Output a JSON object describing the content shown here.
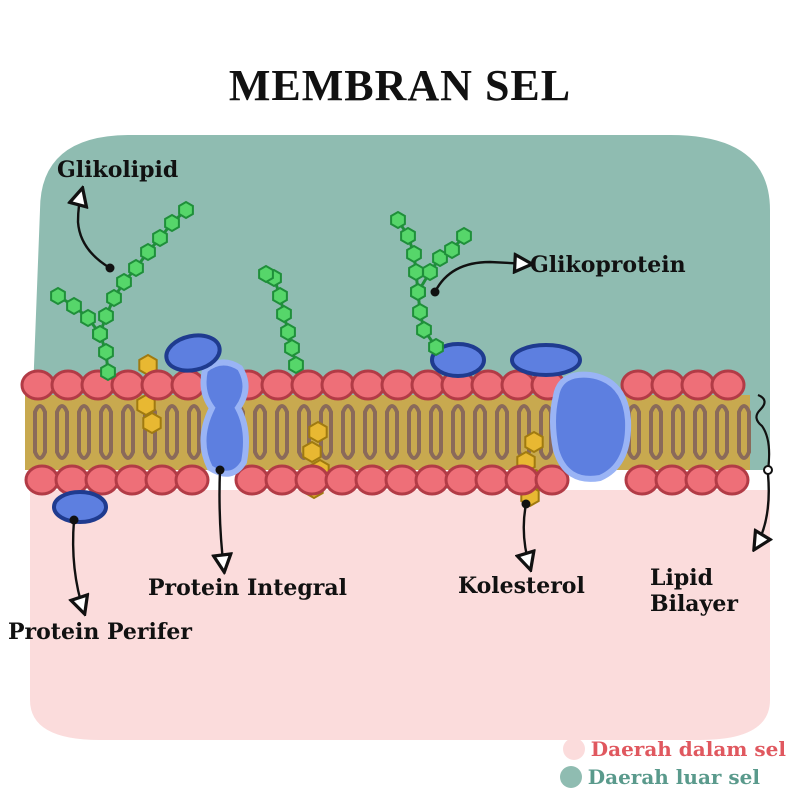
{
  "title": "MEMBRAN SEL",
  "labels": {
    "glikolipid": "Glikolipid",
    "glikoprotein": "Glikoprotein",
    "protein_integral": "Protein Integral",
    "protein_perifer": "Protein Perifer",
    "kolesterol": "Kolesterol",
    "lipid_bilayer_line1": "Lipid",
    "lipid_bilayer_line2": "Bilayer"
  },
  "legend": [
    {
      "label": "Daerah dalam sel",
      "color": "#fbdcdc",
      "text_color": "#e0585f"
    },
    {
      "label": "Daerah luar sel",
      "color": "#8fbcb1",
      "text_color": "#5a9a8c"
    }
  ],
  "colors": {
    "outside": "#8fbcb1",
    "inside": "#fbdcdc",
    "lipid_head": "#ee6f78",
    "lipid_head_stroke": "#b23b46",
    "tails": "#c8a94f",
    "protein": "#5d7fe0",
    "protein_stroke": "#1f3b8f",
    "cholesterol": "#e8b832",
    "sugar": "#56d66a"
  }
}
